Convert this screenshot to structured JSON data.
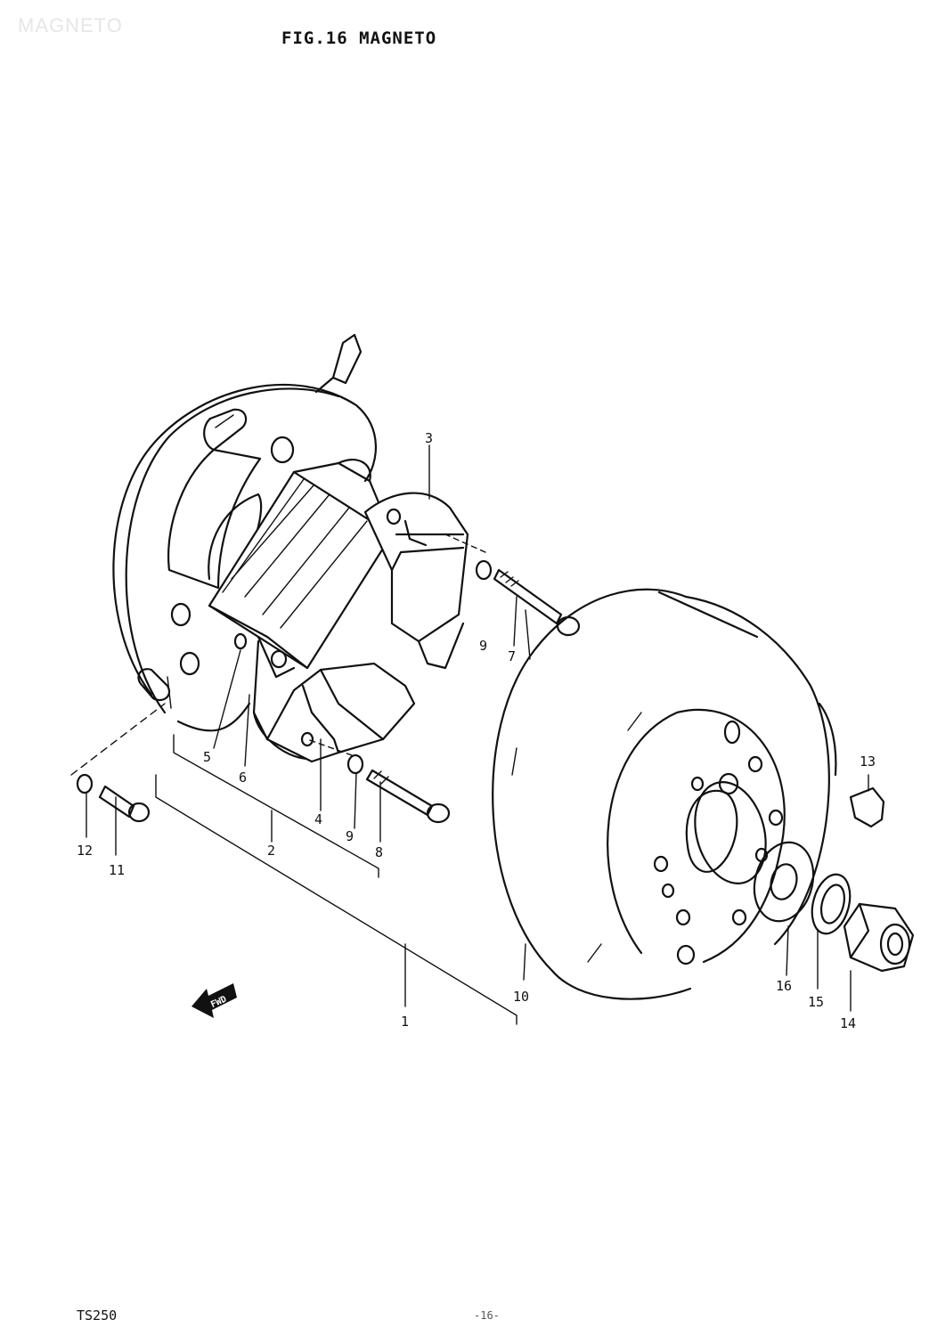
{
  "header": {
    "watermark": "MAGNETO",
    "title": "FIG.16  MAGNETO"
  },
  "footer": {
    "model": "TS250",
    "page": "-16-"
  },
  "arrow_label": "FWD",
  "callouts": [
    "1",
    "2",
    "3",
    "4",
    "5",
    "6",
    "7",
    "8",
    "9",
    "9",
    "10",
    "11",
    "12",
    "13",
    "14",
    "15",
    "16"
  ]
}
